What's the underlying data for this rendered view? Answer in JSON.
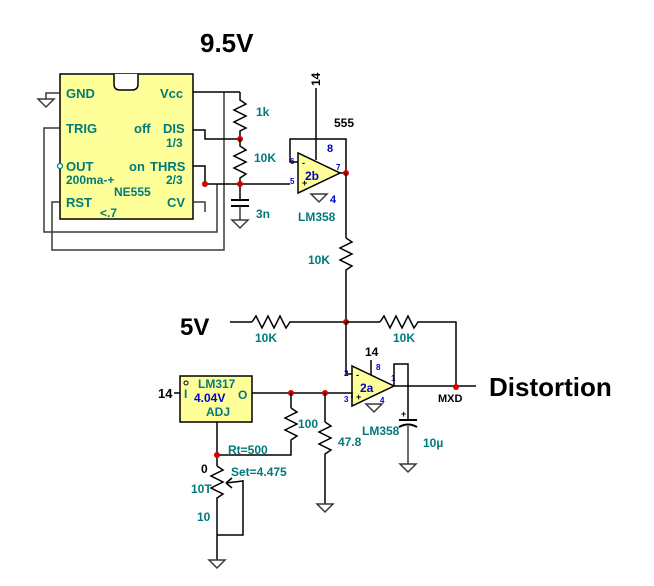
{
  "supply_title": "9.5V",
  "ne555": {
    "pins": {
      "gnd": "GND",
      "vcc": "Vcc",
      "trig": "TRIG",
      "off": "off",
      "dis": "DIS",
      "third": "1/3",
      "out": "OUT",
      "on": "on",
      "thrs": "THRS",
      "ma": "200ma-+",
      "two_thirds": "2/3",
      "part": "NE555",
      "rst": "RST",
      "cv": "CV",
      "lt": "<.7"
    }
  },
  "r_1k": "1k",
  "r_10k_a": "10K",
  "c_3n": "3n",
  "opamp_b": {
    "supply": "14",
    "label": "555",
    "vpin": "8",
    "pin6": "6",
    "pin5": "5",
    "pin7": "7",
    "name": "2b",
    "gndpin": "4",
    "part": "LM358"
  },
  "r_10k_b": "10K",
  "input_5v": "5V",
  "r_10k_c": "10K",
  "r_10k_d": "10K",
  "opamp_a": {
    "supply": "14",
    "vpin": "8",
    "pin2": "2",
    "pin3": "3",
    "pin1": "1",
    "name": "2a",
    "gndpin": "4",
    "part": "LM358"
  },
  "output_label": "Distortion",
  "net_mxd": "MXD",
  "lm317": {
    "in_net": "14",
    "in_pin": "I",
    "part": "LM317",
    "volt": "4.04V",
    "out_pin": "O",
    "adj": "ADJ"
  },
  "r_100": "100",
  "r_47_8": "47.8",
  "c_10u": "10µ",
  "pot": {
    "rt": "Rt=500",
    "set": "Set=4.475",
    "zero": "0",
    "ten_t": "10T",
    "ten": "10"
  }
}
